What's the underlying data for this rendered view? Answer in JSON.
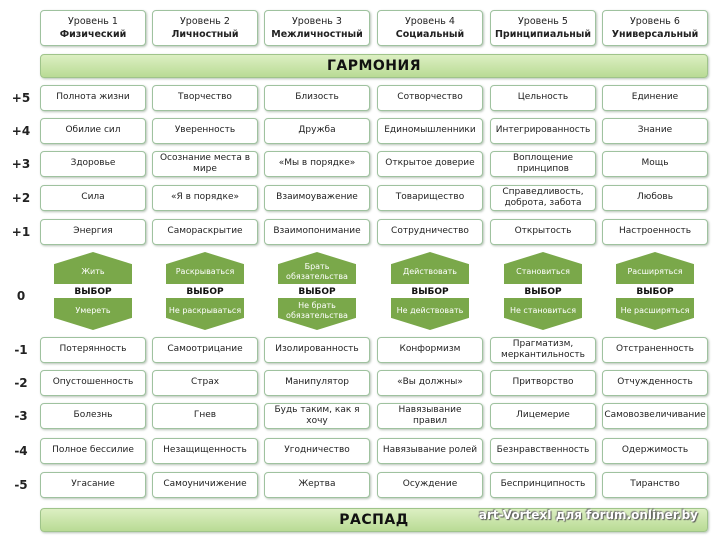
{
  "headers": [
    {
      "level": "Уровень 1",
      "name": "Физический"
    },
    {
      "level": "Уровень 2",
      "name": "Личностный"
    },
    {
      "level": "Уровень 3",
      "name": "Межличностный"
    },
    {
      "level": "Уровень 4",
      "name": "Социальный"
    },
    {
      "level": "Уровень 5",
      "name": "Принципиальный"
    },
    {
      "level": "Уровень 6",
      "name": "Универсальный"
    }
  ],
  "harmony_label": "ГАРМОНИЯ",
  "decay_label": "РАСПАД",
  "levels_positive": [
    "+5",
    "+4",
    "+3",
    "+2",
    "+1"
  ],
  "level_zero": "0",
  "levels_negative": [
    "-1",
    "-2",
    "-3",
    "-4",
    "-5"
  ],
  "positive_rows": [
    [
      "Полнота жизни",
      "Творчество",
      "Близость",
      "Сотворчество",
      "Цельность",
      "Единение"
    ],
    [
      "Обилие сил",
      "Уверенность",
      "Дружба",
      "Единомышленники",
      "Интегрированность",
      "Знание"
    ],
    [
      "Здоровье",
      "Осознание места в мире",
      "«Мы в порядке»",
      "Открытое доверие",
      "Воплощение принципов",
      "Мощь"
    ],
    [
      "Сила",
      "«Я в порядке»",
      "Взаимоуважение",
      "Товарищество",
      "Справедливость, доброта, забота",
      "Любовь"
    ],
    [
      "Энергия",
      "Самораскрытие",
      "Взаимопонимание",
      "Сотрудничество",
      "Открытость",
      "Настроенность"
    ]
  ],
  "up_arrows": [
    "Жить",
    "Раскрываться",
    "Брать обязательства",
    "Действовать",
    "Становиться",
    "Расширяться"
  ],
  "choice_label": "ВЫБОР",
  "down_arrows": [
    "Умереть",
    "Не раскрываться",
    "Не брать обязательства",
    "Не действовать",
    "Не становиться",
    "Не расширяться"
  ],
  "negative_rows": [
    [
      "Потерянность",
      "Самоотрицание",
      "Изолированность",
      "Конформизм",
      "Прагматизм, меркантильность",
      "Отстраненность"
    ],
    [
      "Опустошенность",
      "Страх",
      "Манипулятор",
      "«Вы должны»",
      "Притворство",
      "Отчужденность"
    ],
    [
      "Болезнь",
      "Гнев",
      "Будь таким, как я хочу",
      "Навязывание правил",
      "Лицемерие",
      "Самовозвеличивание"
    ],
    [
      "Полное бессилие",
      "Незащищенность",
      "Угодничество",
      "Навязывание ролей",
      "Безнравственность",
      "Одержимость"
    ],
    [
      "Угасание",
      "Самоуничижение",
      "Жертва",
      "Осуждение",
      "Беспринципность",
      "Тиранство"
    ]
  ],
  "watermark": "art-VortexI для forum.onliner.by"
}
